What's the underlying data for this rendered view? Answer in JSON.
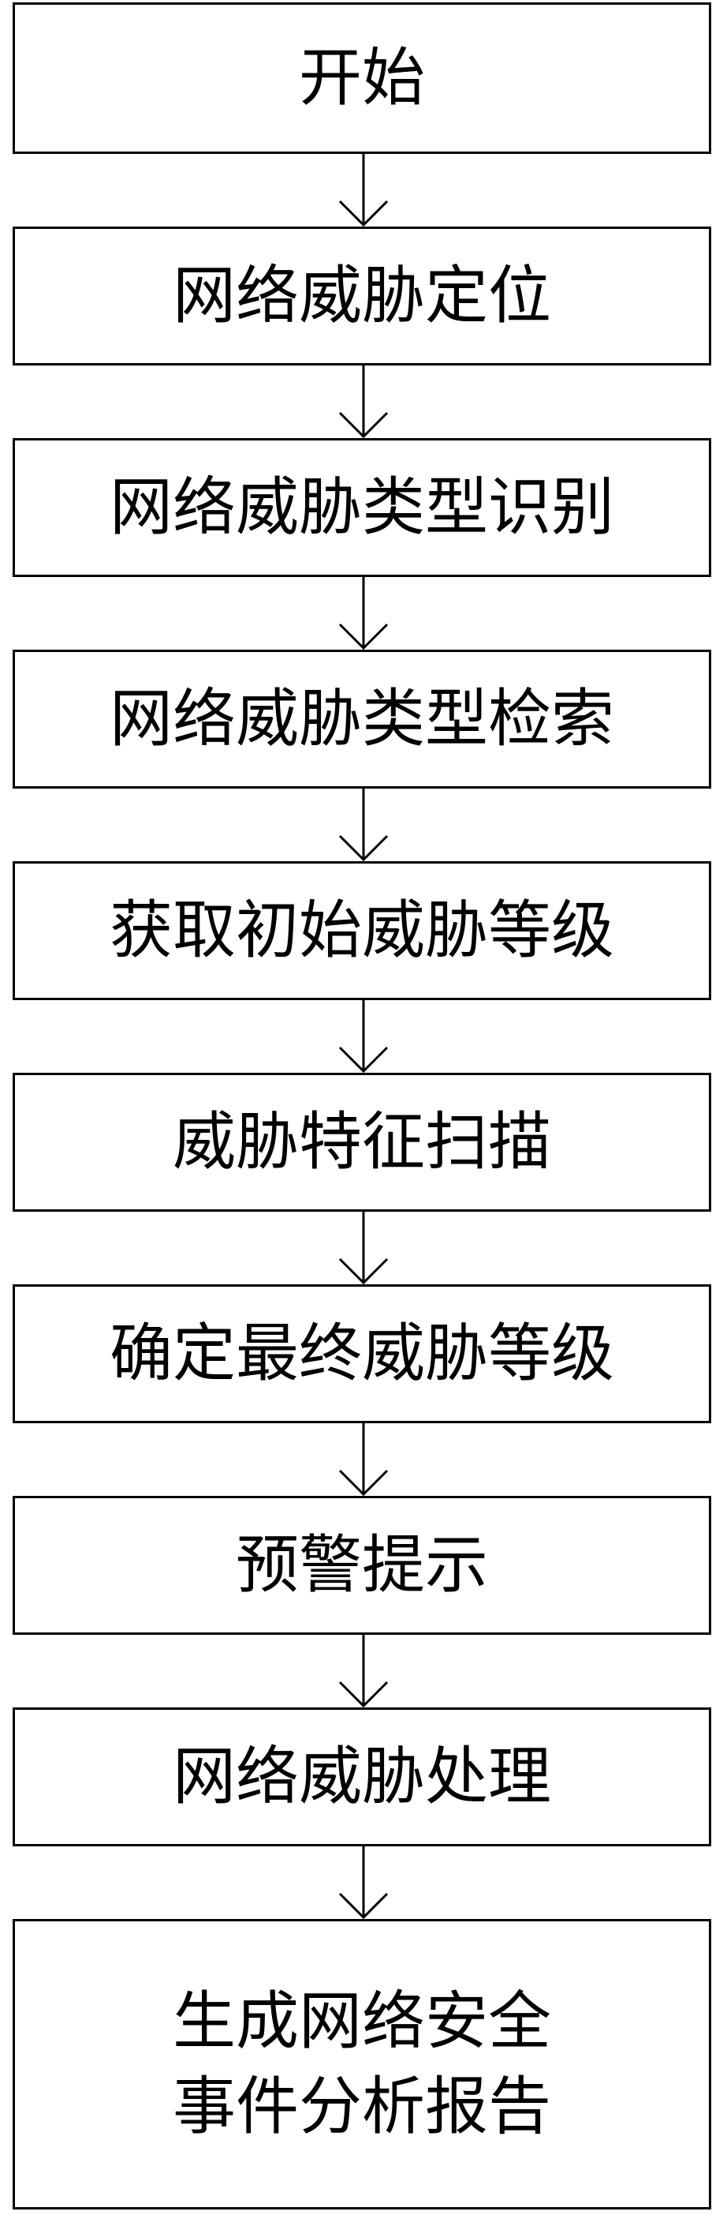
{
  "flowchart": {
    "steps": [
      {
        "label": "开始"
      },
      {
        "label": "网络威胁定位"
      },
      {
        "label": "网络威胁类型识别"
      },
      {
        "label": "网络威胁类型检索"
      },
      {
        "label": "获取初始威胁等级"
      },
      {
        "label": "威胁特征扫描"
      },
      {
        "label": "确定最终威胁等级"
      },
      {
        "label": "预警提示"
      },
      {
        "label": "网络威胁处理"
      },
      {
        "line1": "生成网络安全",
        "line2": "事件分析报告"
      }
    ]
  }
}
